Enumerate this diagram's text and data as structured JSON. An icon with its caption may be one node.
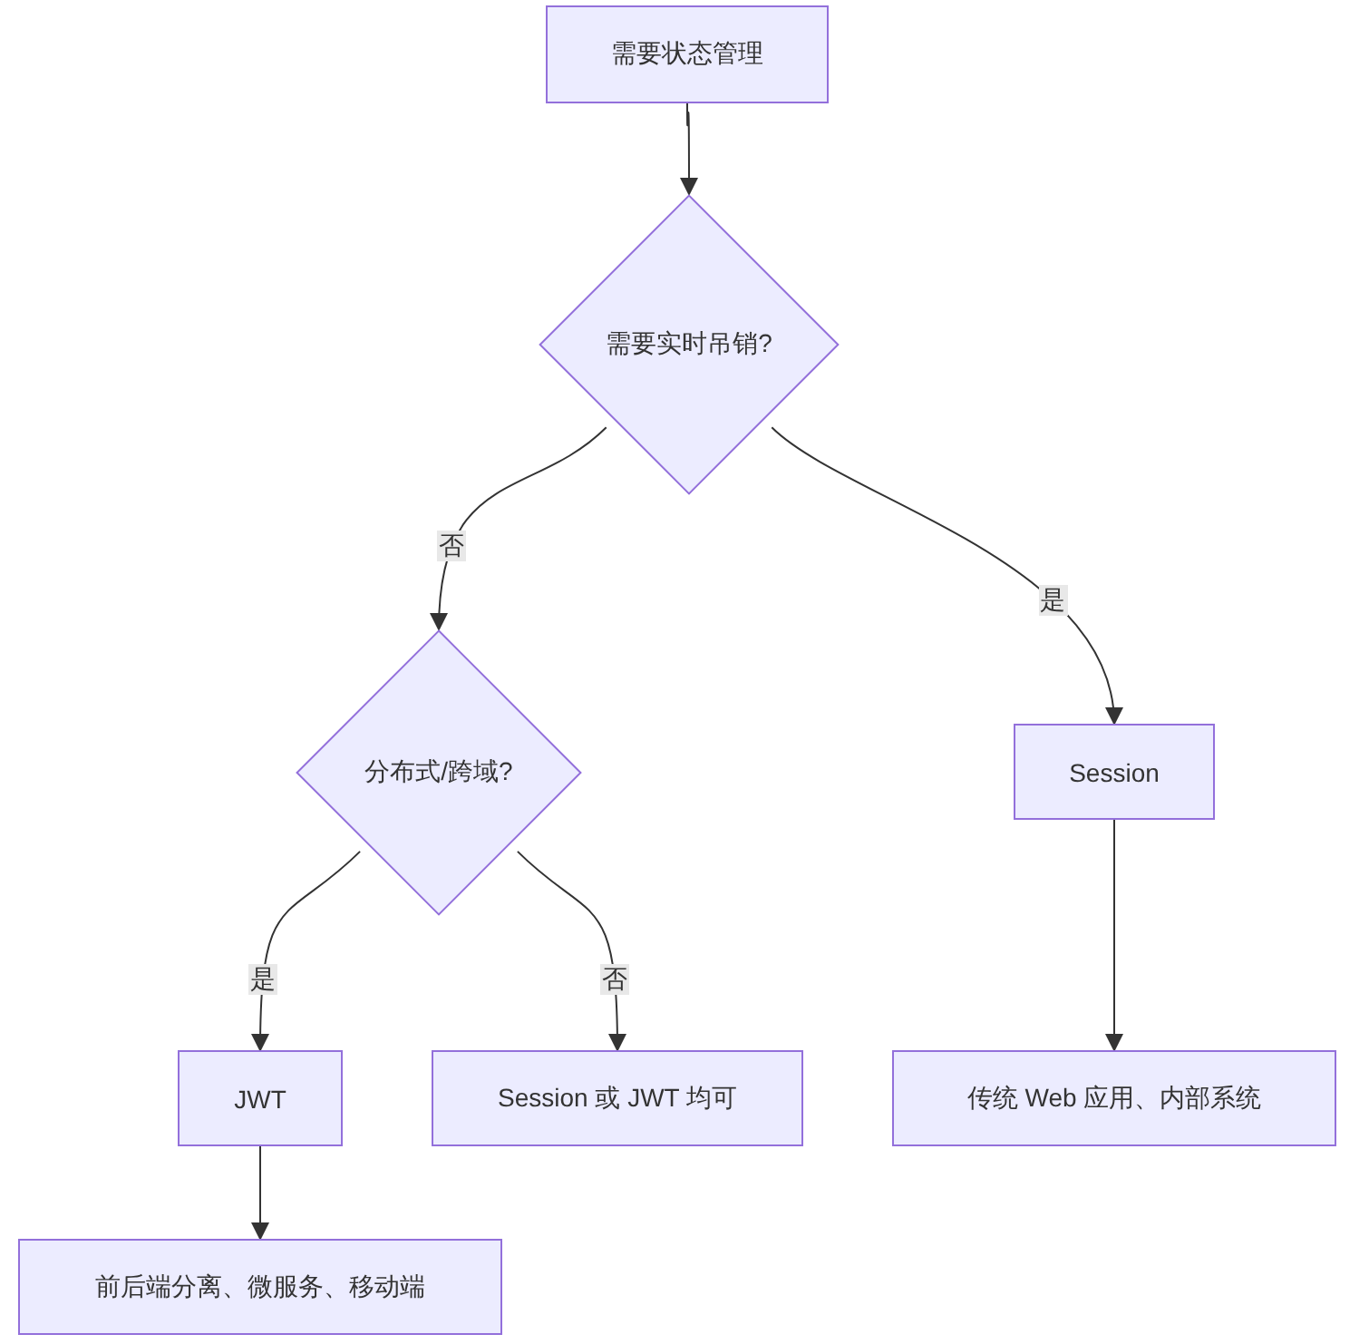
{
  "diagram": {
    "nodes": [
      {
        "text": [
          "需要状态管理"
        ]
      },
      {
        "text": [
          "需要实时吊销?"
        ]
      },
      {
        "text": [
          "分布式/跨域?"
        ]
      },
      {
        "text": [
          "Session"
        ]
      },
      {
        "text": [
          "JWT"
        ]
      },
      {
        "text": [
          "Session 或 JWT 均可"
        ]
      },
      {
        "text": [
          "传统 Web 应用、内部系统"
        ]
      },
      {
        "text": [
          "前后端分离、微服务、移动端"
        ]
      }
    ],
    "edges": [
      {
        "from": 0,
        "to": 1,
        "arrow": "to"
      },
      {
        "from": 1,
        "to": 2,
        "arrow": "to",
        "label": "否"
      },
      {
        "from": 1,
        "to": 3,
        "arrow": "to",
        "label": "是"
      },
      {
        "from": 2,
        "to": 4,
        "arrow": "to",
        "label": "是"
      },
      {
        "from": 2,
        "to": 5,
        "arrow": "to",
        "label": "否"
      },
      {
        "from": 3,
        "to": 6,
        "arrow": "to"
      },
      {
        "from": 4,
        "to": 7,
        "arrow": "to"
      }
    ]
  }
}
